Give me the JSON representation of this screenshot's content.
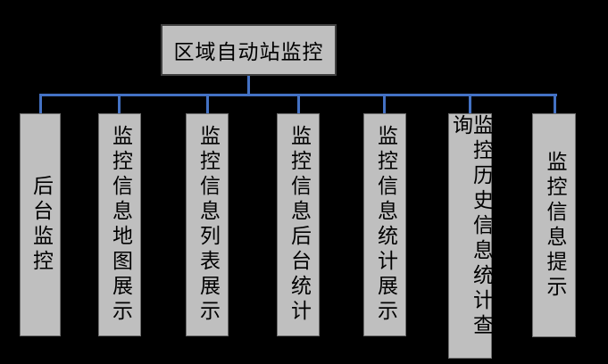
{
  "diagram": {
    "root": {
      "label": "区域自动站监控"
    },
    "children": [
      {
        "label": "后台监控"
      },
      {
        "label": "监控信息地图展示"
      },
      {
        "label": "监控信息列表展示"
      },
      {
        "label": "监控信息后台统计"
      },
      {
        "label": "监控信息统计展示"
      },
      {
        "label": "监控历史信息统计查询"
      },
      {
        "label": "监控信息提示"
      }
    ],
    "colors": {
      "background": "#000000",
      "node_fill": "#bfbfbf",
      "node_border": "#5a5a5a",
      "connector": "#4472c4",
      "text": "#000000"
    }
  }
}
